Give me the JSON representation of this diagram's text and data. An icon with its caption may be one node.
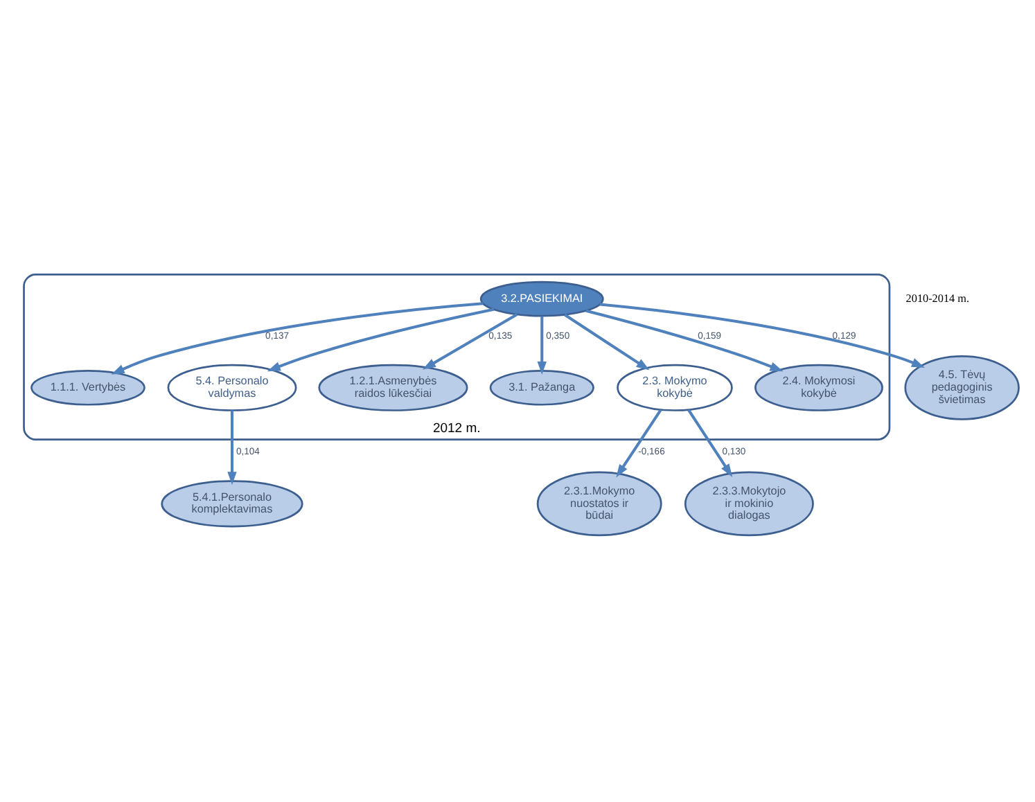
{
  "diagram": {
    "nodes": [
      {
        "text": [
          "2012 m."
        ]
      },
      {
        "text": [
          "5.4.1.Personalo komplektavimas"
        ]
      },
      {
        "text": [
          "1.1.1. Vertybės"
        ],
        "in": 0
      },
      {
        "text": [
          "5.4. Personalo valdymas"
        ],
        "in": 0
      },
      {
        "text": [
          "4.5. Tėvų pedagoginis švietimas"
        ]
      },
      {
        "text": [
          "1.2.1.Asmenybės raidos lūkesčiai"
        ],
        "in": 0
      },
      {
        "text": [
          "3.2.PASIEKIMAI"
        ],
        "in": 0
      },
      {
        "text": [
          "3.1. Pažanga"
        ],
        "in": 0
      },
      {
        "text": [
          "2.3. Mokymo kokybė"
        ],
        "in": 0
      },
      {
        "text": [
          "2.4. Mokymosi kokybė"
        ],
        "in": 0
      },
      {
        "text": [
          "2.3.1.Mokymo nuostatos ir būdai"
        ]
      },
      {
        "text": [
          "2.3.3.Mokytojo ir mokinio dialogas"
        ]
      }
    ],
    "edges": [
      {
        "from": 6,
        "to": 2,
        "arrow": "to",
        "label": "0,137"
      },
      {
        "from": 6,
        "to": 3,
        "arrow": "to"
      },
      {
        "from": 3,
        "to": 1,
        "arrow": "to",
        "label": "0,104"
      },
      {
        "from": 6,
        "to": 4,
        "arrow": "to",
        "label": "0,129"
      },
      {
        "from": 6,
        "to": 5,
        "arrow": "to",
        "label": "0,135"
      },
      {
        "from": 6,
        "to": 7,
        "arrow": "to",
        "label": "0,350"
      },
      {
        "from": 6,
        "to": 8,
        "arrow": "to"
      },
      {
        "from": 6,
        "to": 9,
        "arrow": "to",
        "label": "0,159"
      },
      {
        "from": 8,
        "to": 10,
        "arrow": "to",
        "label": "-0,166"
      },
      {
        "from": 8,
        "to": 11,
        "arrow": "to",
        "label": "0,130"
      }
    ],
    "labels": [
      "2010-2014 m."
    ]
  }
}
